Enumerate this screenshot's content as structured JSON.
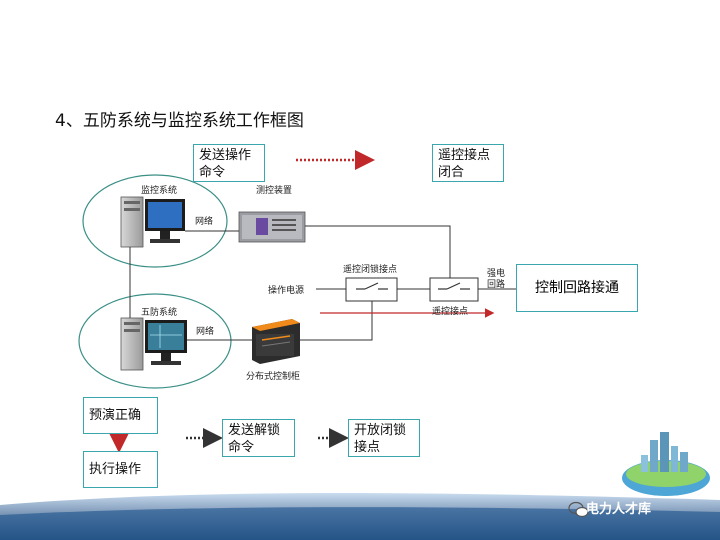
{
  "title": "4、五防系统与监控系统工作框图",
  "boxes": {
    "send_op": "发送操作\n命令",
    "remote_close": "遥控接点\n闭合",
    "control_loop": "控制回路接通",
    "rehearsal": "预演正确",
    "execute": "执行操作",
    "send_unlock": "发送解锁\n命令",
    "open_lock": "开放闭锁\n接点"
  },
  "labels": {
    "monitor_system": "监控系统",
    "network_1": "网络",
    "measure_device": "测控装置",
    "five_prevention": "五防系统",
    "network_2": "网络",
    "distributed_cabinet": "分布式控制柜",
    "remote_lock_contact": "遥控闭锁接点",
    "op_power": "操作电源",
    "strong_power": "强电",
    "loop": "回路",
    "remote_contact": "遥控接点"
  },
  "watermark": "电力人才库",
  "colors": {
    "teal": "#3aa6ad",
    "red": "#c0282a",
    "line": "#333333",
    "footer_dark": "#1b3f6e",
    "footer_light": "#8fb3d8"
  }
}
